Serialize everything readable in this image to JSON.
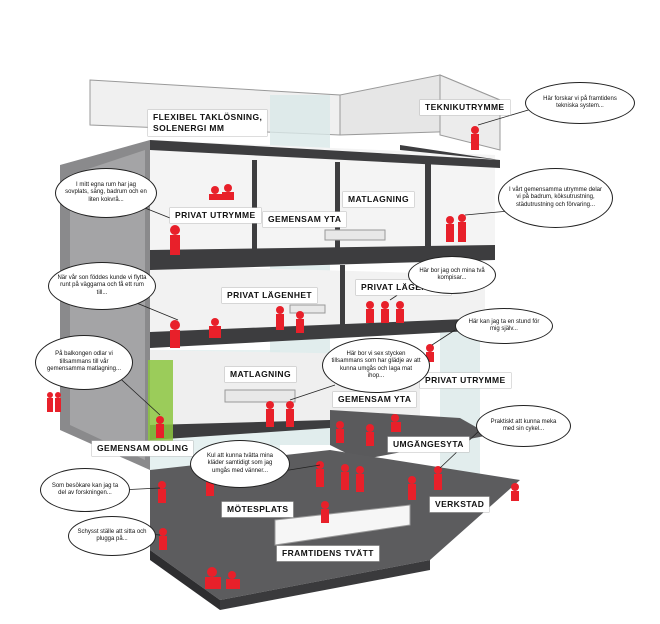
{
  "labels": {
    "roof": "FLEXIBEL TAKLÖSNING,\nSOLENERGI MM",
    "teknik": "TEKNIKUTRYMME",
    "matlagning_top": "MATLAGNING",
    "privat_utrymme_top": "PRIVAT UTRYMME",
    "gemensam_yta_top": "GEMENSAM YTA",
    "privat_lagenhet_left": "PRIVAT LÄGENHET",
    "privat_lagenhet_right": "PRIVAT LÄGENHET",
    "matlagning_mid": "MATLAGNING",
    "privat_utrymme_mid": "PRIVAT UTRYMME",
    "gemensam_yta_mid": "GEMENSAM YTA",
    "gemensam_odling": "GEMENSAM ODLING",
    "umgangesyta": "UMGÄNGESYTA",
    "verkstad": "VERKSTAD",
    "motesplats": "MÖTESPLATS",
    "framtidens_tvatt": "FRAMTIDENS TVÄTT"
  },
  "bubbles": {
    "b1": "Här forskar vi på framtidens tekniska system...",
    "b2": "I mitt egna rum har jag sovplats, säng, badrum och en liten kokvrå...",
    "b3": "I vårt gemensamma utrymme delar vi på badrum, köksutrustning, städutrustning och förvaring...",
    "b4": "När vår son föddes kunde vi flytta runt på väggarna och få ett rum till...",
    "b5": "Här bor jag och mina två kompisar...",
    "b6": "Här kan jag ta en stund för mig själv...",
    "b7": "På balkongen odlar vi tillsammans till vår gemensamma matlagning...",
    "b8": "Här bor vi sex stycken tillsammans som har glädje av att kunna umgås och laga mat ihop...",
    "b9": "Praktiskt att kunna meka med sin cykel...",
    "b10": "Kul att kunna tvätta mina kläder samtidigt som jag umgås med vänner...",
    "b11": "Som besökare kan jag ta del av forskningen...",
    "b12": "Schysst ställe att sitta och plugga på..."
  },
  "colors": {
    "figure": "#e8202a",
    "slab": "#3d3d3f",
    "slab_edge": "#6b6b6d",
    "plant": "#8cc63f",
    "glass": "#cfe3e3"
  }
}
